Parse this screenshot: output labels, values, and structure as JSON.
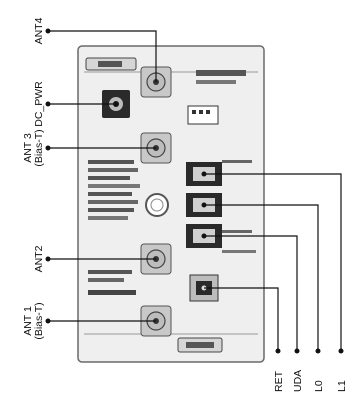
{
  "left_labels": {
    "ant4": "ANT4",
    "dc_pwr": "DC_PWR",
    "ant3_line1": "ANT 3",
    "ant3_line2": "(Bias-T)",
    "ant2": "ANT2",
    "ant1_line1": "ANT 1",
    "ant1_line2": "(Bias-T)"
  },
  "bottom_labels": {
    "ret": "RET",
    "uda": "UDA",
    "l0": "L0",
    "l1": "L1"
  },
  "colors": {
    "board": "#efefef",
    "outline": "#6a6a6a",
    "connector": "#c8c8c8",
    "port": "#2a2a2a",
    "leader": "#111111"
  }
}
